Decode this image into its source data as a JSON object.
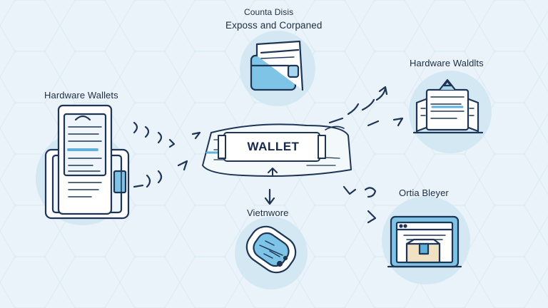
{
  "title_line1": "Counta Disis",
  "title_line2": "Exposs and Corpaned",
  "label_left": "Hardware Wallets",
  "label_right": "Hardware Waldlts",
  "label_bottom": "Vietnwore",
  "label_bottom_right": "Ortia Bleyer",
  "center_label": "WALLET",
  "colors": {
    "background": "#e9f3f9",
    "circle": "#d4e8f4",
    "stroke": "#1f3556",
    "accent": "#5fb1dc",
    "accent_light": "#a9d6ee",
    "paper": "#ffffff",
    "tan": "#f1e1c3"
  },
  "icons": {
    "top": "open-wallet-icon",
    "left": "hardware-wallet-device-icon",
    "right": "document-stack-icon",
    "bottom": "usb-key-icon",
    "bottom_right": "laptop-package-icon",
    "center": "wallet-sign-icon"
  }
}
